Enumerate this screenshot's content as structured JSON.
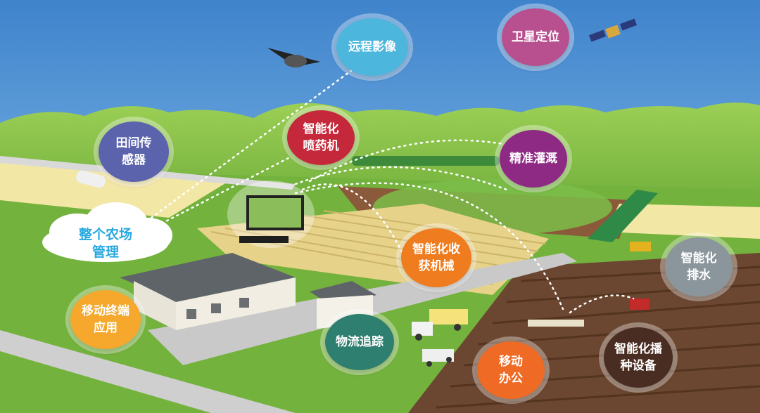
{
  "nodes": [
    {
      "id": "remote-imaging",
      "label": "远程影像",
      "color": "#4cb6dd"
    },
    {
      "id": "satellite-positioning",
      "label": "卫星定位",
      "color": "#b8508f"
    },
    {
      "id": "field-sensors",
      "label": "田间传\n感器",
      "color": "#5a63ab"
    },
    {
      "id": "smart-sprayer",
      "label": "智能化\n喷药机",
      "color": "#c4283a"
    },
    {
      "id": "precision-irrigation",
      "label": "精准灌溉",
      "color": "#8e2a84"
    },
    {
      "id": "smart-harvester",
      "label": "智能化收\n获机械",
      "color": "#ef7c1f"
    },
    {
      "id": "smart-drainage",
      "label": "智能化\n排水",
      "color": "#8b969c"
    },
    {
      "id": "mobile-terminal-app",
      "label": "移动终端\n应用",
      "color": "#f5a82b"
    },
    {
      "id": "logistics-tracking",
      "label": "物流追踪",
      "color": "#2f7f70"
    },
    {
      "id": "mobile-office",
      "label": "移动\n办公",
      "color": "#ef6a25"
    },
    {
      "id": "smart-seeding-equipment",
      "label": "智能化播\n种设备",
      "color": "#4a2d22"
    }
  ],
  "hub": {
    "label": "整个农场\n管理",
    "color": "#29a9e0"
  },
  "colors": {
    "sky": "#4d8ed0",
    "hills": "#8cc04a",
    "field_yellow": "#f3e7a6",
    "field_brown": "#6b4630",
    "grass": "#6fae3b"
  }
}
